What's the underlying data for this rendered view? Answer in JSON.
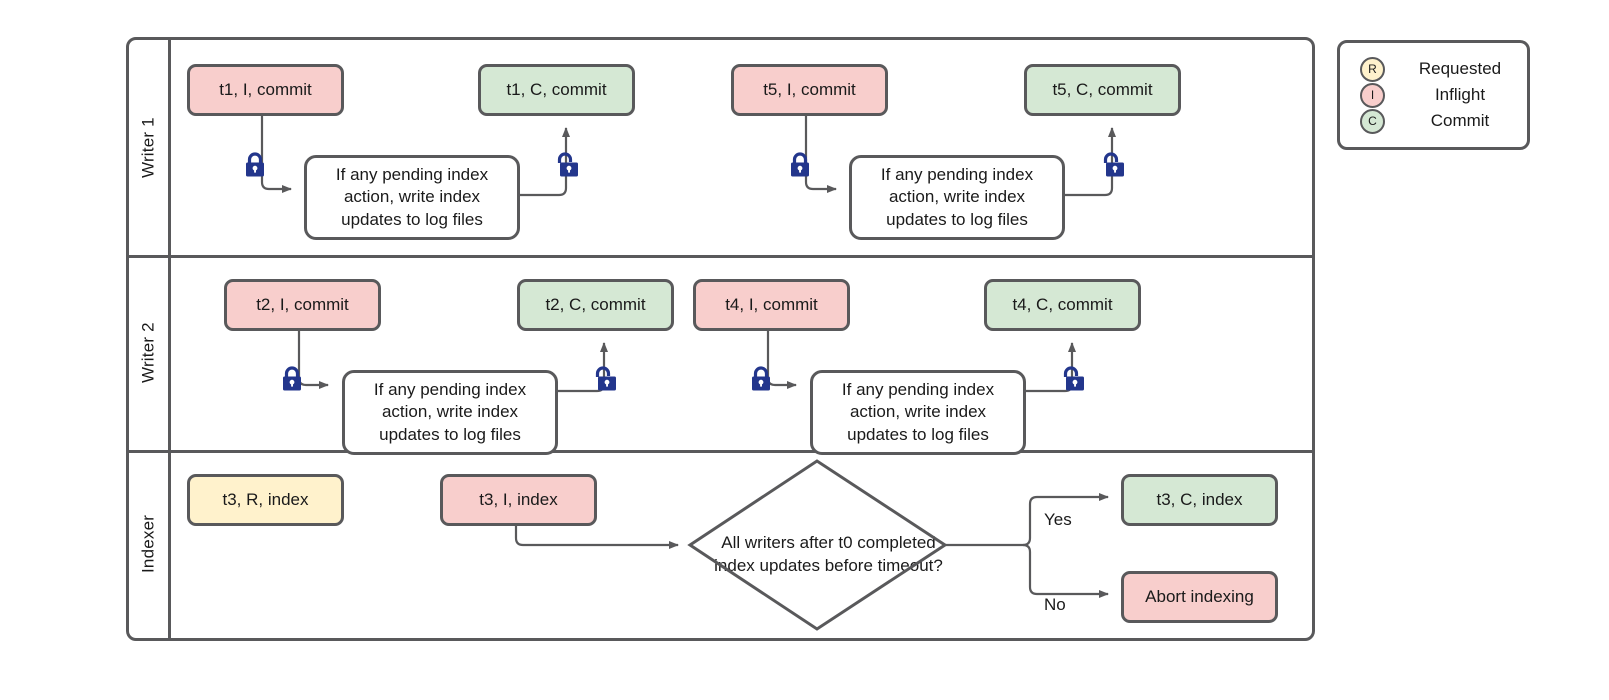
{
  "diagram": {
    "title": "Writer / Indexer lock coordination swimlane",
    "colors": {
      "inflight_fill": "#f8cecc",
      "commit_fill": "#d5e8d4",
      "requested_fill": "#fff2cc",
      "stroke": "#59595b",
      "lock_color": "#23368c",
      "text": "#1a1a1a",
      "background": "#ffffff"
    },
    "lanes": [
      {
        "id": "writer-1",
        "label": "Writer 1",
        "nodes": [
          {
            "id": "w1-t1-i",
            "label": "t1, I, commit",
            "kind": "inflight"
          },
          {
            "id": "w1-process-1",
            "label": "If any pending index action, write index updates to log files",
            "kind": "plain"
          },
          {
            "id": "w1-t1-c",
            "label": "t1, C, commit",
            "kind": "commit"
          },
          {
            "id": "w1-t5-i",
            "label": "t5, I, commit",
            "kind": "inflight"
          },
          {
            "id": "w1-process-2",
            "label": "If any pending index action, write index updates to log files",
            "kind": "plain"
          },
          {
            "id": "w1-t5-c",
            "label": "t5, C, commit",
            "kind": "commit"
          }
        ],
        "locks": [
          {
            "id": "w1-lock-1",
            "state": "locked"
          },
          {
            "id": "w1-unlock-1",
            "state": "unlocked"
          },
          {
            "id": "w1-lock-2",
            "state": "locked"
          },
          {
            "id": "w1-unlock-2",
            "state": "unlocked"
          }
        ]
      },
      {
        "id": "writer-2",
        "label": "Writer 2",
        "nodes": [
          {
            "id": "w2-t2-i",
            "label": "t2, I, commit",
            "kind": "inflight"
          },
          {
            "id": "w2-process-1",
            "label": "If any pending index action, write index updates to log files",
            "kind": "plain"
          },
          {
            "id": "w2-t2-c",
            "label": "t2, C, commit",
            "kind": "commit"
          },
          {
            "id": "w2-t4-i",
            "label": "t4, I, commit",
            "kind": "inflight"
          },
          {
            "id": "w2-process-2",
            "label": "If any pending index action, write index updates to log files",
            "kind": "plain"
          },
          {
            "id": "w2-t4-c",
            "label": "t4, C, commit",
            "kind": "commit"
          }
        ],
        "locks": [
          {
            "id": "w2-lock-1",
            "state": "locked"
          },
          {
            "id": "w2-unlock-1",
            "state": "unlocked"
          },
          {
            "id": "w2-lock-2",
            "state": "locked"
          },
          {
            "id": "w2-unlock-2",
            "state": "unlocked"
          }
        ]
      },
      {
        "id": "indexer",
        "label": "Indexer",
        "nodes": [
          {
            "id": "ix-t3-r",
            "label": "t3, R, index",
            "kind": "requested"
          },
          {
            "id": "ix-t3-i",
            "label": "t3, I, index",
            "kind": "inflight"
          },
          {
            "id": "ix-decision",
            "label": "All writers after t0 completed index updates before timeout?",
            "kind": "decision"
          },
          {
            "id": "ix-t3-c",
            "label": "t3, C, index",
            "kind": "commit"
          },
          {
            "id": "ix-abort",
            "label": "Abort indexing",
            "kind": "inflight"
          }
        ],
        "edge_labels": [
          {
            "id": "edge-yes",
            "label": "Yes"
          },
          {
            "id": "edge-no",
            "label": "No"
          }
        ]
      }
    ],
    "legend": {
      "items": [
        {
          "badge": "R",
          "label": "Requested",
          "kind": "requested"
        },
        {
          "badge": "I",
          "label": "Inflight",
          "kind": "inflight"
        },
        {
          "badge": "C",
          "label": "Commit",
          "kind": "commit"
        }
      ]
    }
  }
}
